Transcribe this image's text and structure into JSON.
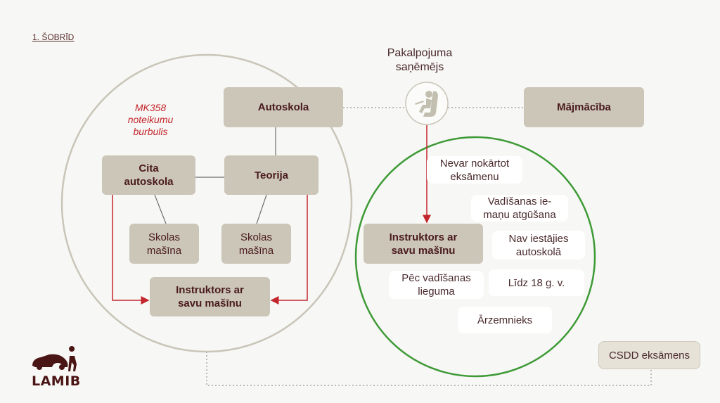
{
  "title": "1. ŠOBRĪD",
  "bubble_label": [
    "MK358",
    "noteikumu",
    "burbulis"
  ],
  "recipient_label": [
    "Pakalpojuma",
    "saņēmējs"
  ],
  "recipient_icon": "person-in-car-seat-icon",
  "boxes": {
    "autoskola": "Autoskola",
    "majmaciba": "Mājmācība",
    "cita_autoskola": [
      "Cita",
      "autoskola"
    ],
    "teorija": "Teorija",
    "skolas_masina_1": [
      "Skolas",
      "mašīna"
    ],
    "skolas_masina_2": [
      "Skolas",
      "mašīna"
    ],
    "instruktors_left": [
      "Instruktors ar",
      "savu mašīnu"
    ],
    "instruktors_right": [
      "Instruktors ar",
      "savu mašīnu"
    ],
    "csdd": "CSDD eksāmens"
  },
  "reasons": [
    [
      "Nevar nokārtot",
      "eksāmenu"
    ],
    [
      "Vadīšanas ie-",
      "maņu atgūšana"
    ],
    [
      "Nav iestājies",
      "autoskolā"
    ],
    [
      "Pēc vadīšanas",
      "lieguma"
    ],
    [
      "Līdz 18 g. v."
    ],
    [
      "Ārzemnieks"
    ]
  ],
  "logo_text": "LAMIB",
  "colors": {
    "box": "#cbc6b7",
    "accent_red": "#c3262c",
    "green": "#3e9a36",
    "text": "#4a1a1c"
  }
}
